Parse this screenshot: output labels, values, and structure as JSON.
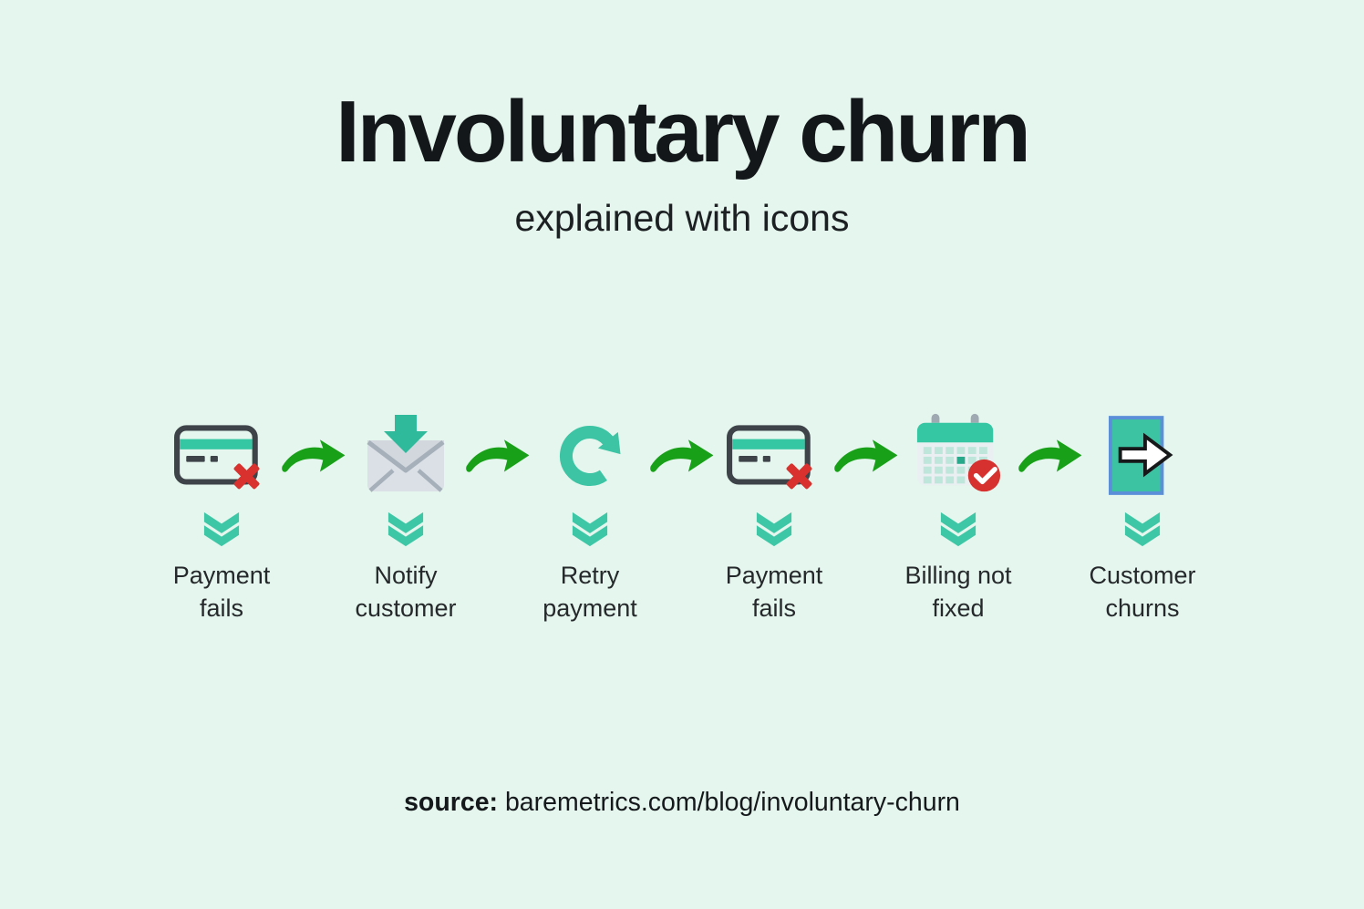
{
  "page": {
    "background_color": "#e4f6ed",
    "title": "Involuntary churn",
    "subtitle": "explained with icons"
  },
  "colors": {
    "teal_accent": "#3cc4a3",
    "arrow_green": "#18a018",
    "error_red": "#d8312e",
    "card_outline_gray": "#3d4348",
    "envelope_gray": "#dbe0e6",
    "door_border_blue": "#5b8fd8",
    "text_dark": "#1d2023"
  },
  "flow": {
    "steps": [
      {
        "icon": "credit-card-declined-icon",
        "label_line1": "Payment",
        "label_line2": "fails"
      },
      {
        "icon": "email-notification-icon",
        "label_line1": "Notify",
        "label_line2": "customer"
      },
      {
        "icon": "retry-refresh-icon",
        "label_line1": "Retry",
        "label_line2": "payment"
      },
      {
        "icon": "credit-card-declined-icon",
        "label_line1": "Payment",
        "label_line2": "fails"
      },
      {
        "icon": "calendar-overdue-icon",
        "label_line1": "Billing not",
        "label_line2": "fixed"
      },
      {
        "icon": "exit-door-icon",
        "label_line1": "Customer",
        "label_line2": "churns"
      }
    ],
    "connector_icon": "flow-arrow-icon",
    "step_marker_icon": "double-chevron-down-icon"
  },
  "footer": {
    "source_label": "source:",
    "source_url": "baremetrics.com/blog/involuntary-churn"
  }
}
